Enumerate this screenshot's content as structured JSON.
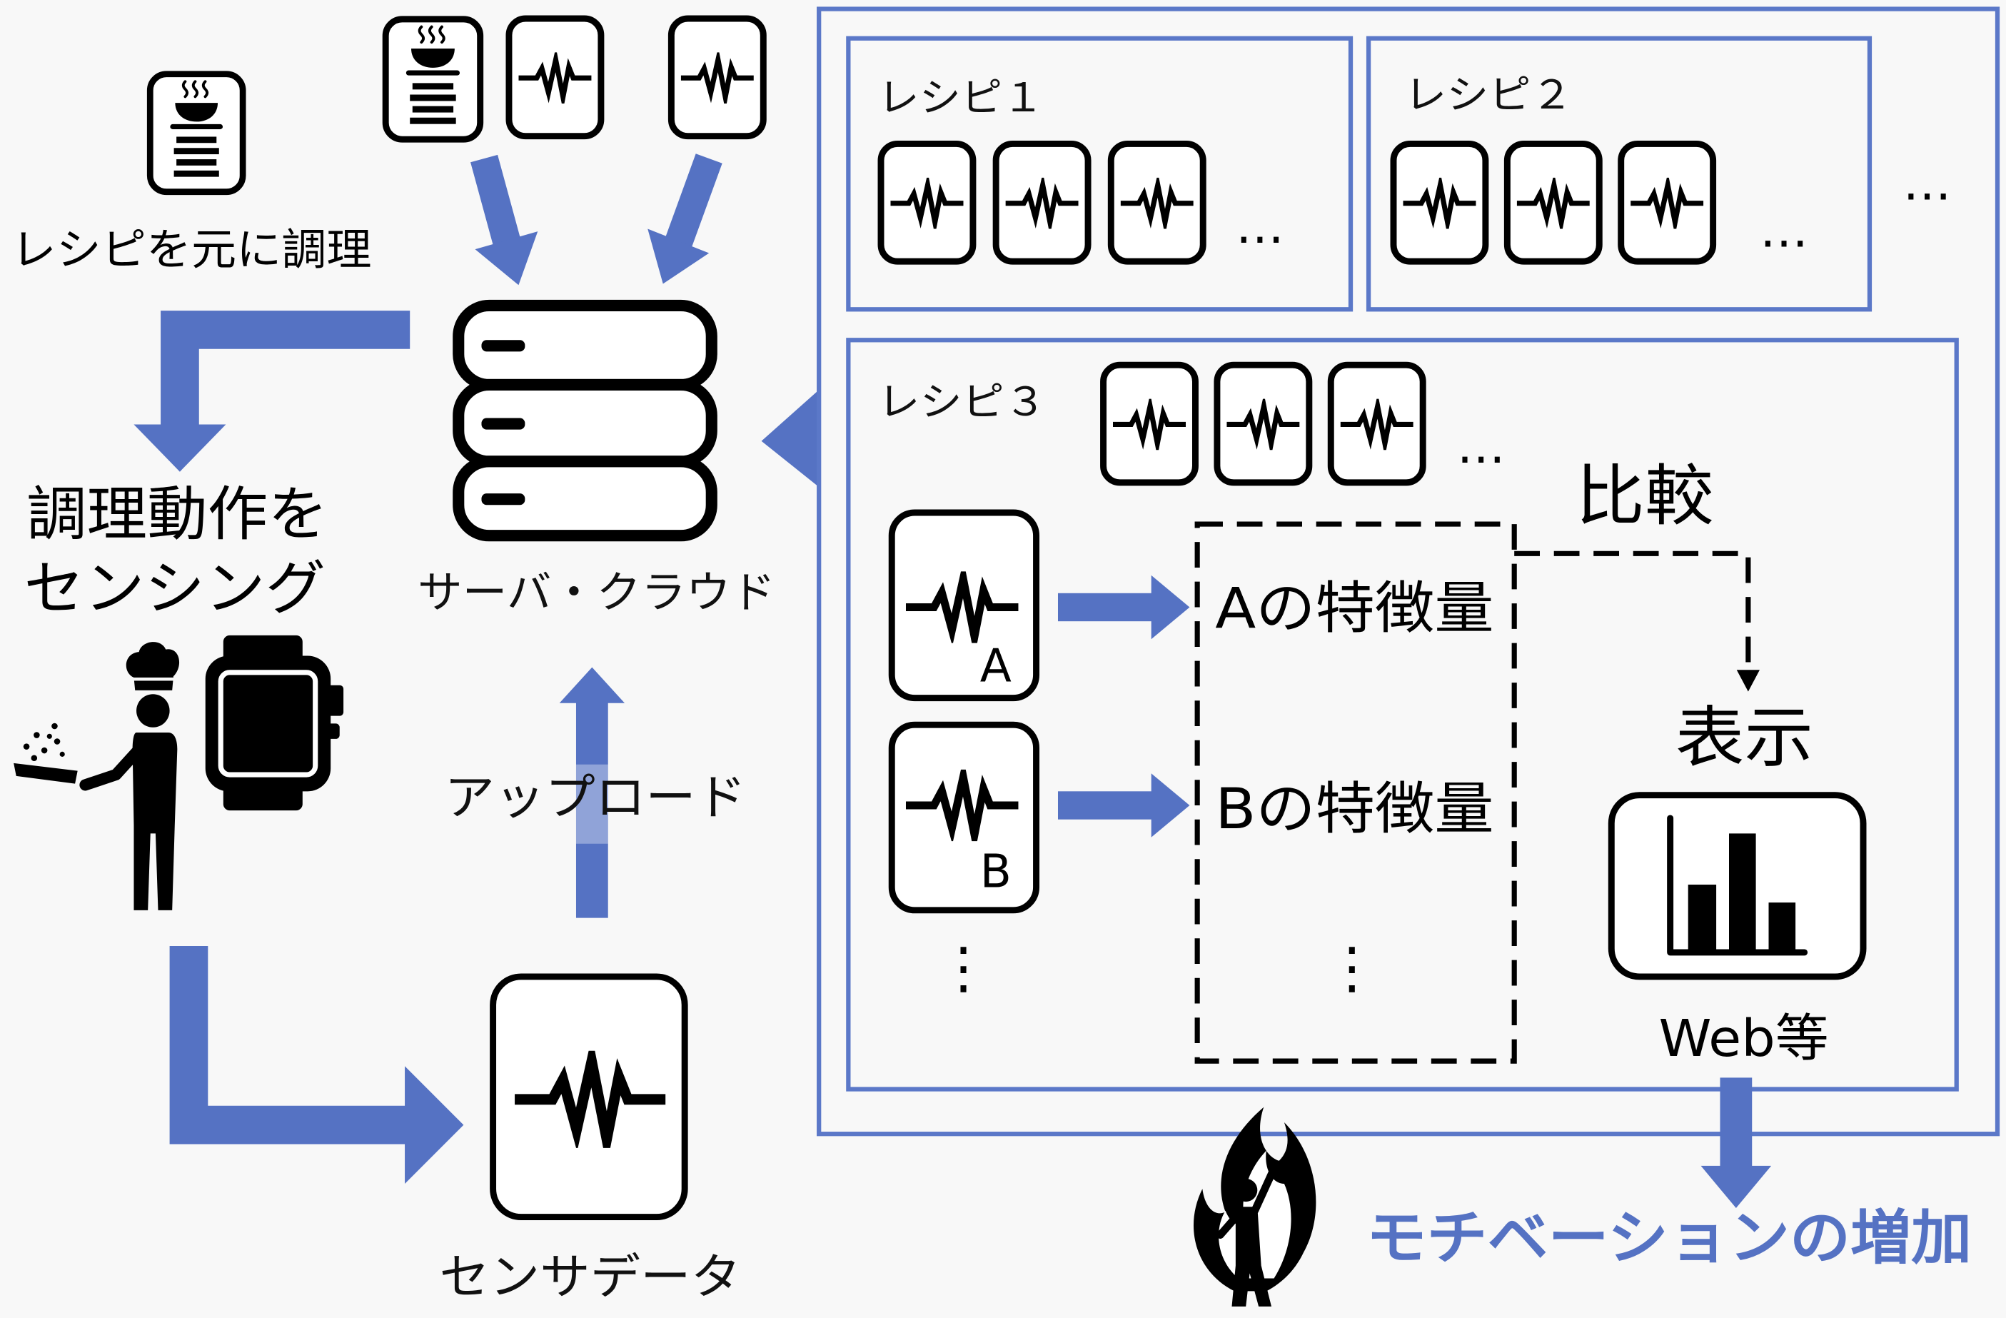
{
  "left": {
    "cook_caption": "レシピを元に調理",
    "sensing_line1": "調理動作を",
    "sensing_line2": "センシング",
    "server_label": "サーバ・クラウド",
    "upload_label": "アップロード",
    "sensor_data_label": "センサデータ"
  },
  "recipes": {
    "items": [
      {
        "label": "レシピ１",
        "more": "…"
      },
      {
        "label": "レシピ２",
        "more": "…"
      }
    ],
    "more": "…",
    "recipe3": {
      "label": "レシピ３",
      "more": "…",
      "sample_a_label": "A",
      "sample_b_label": "B",
      "samples_more": "⋮",
      "features": [
        "Aの特徴量",
        "Bの特徴量"
      ],
      "features_more": "⋮",
      "compare_label": "比較",
      "display_label": "表示",
      "web_label": "Web等"
    }
  },
  "outcome_label": "モチベーションの増加",
  "icons": {
    "recipe": "recipe-document-icon",
    "sensor_sample": "waveform-card-icon",
    "server": "server-stack-icon",
    "cook": "chef-cooking-icon",
    "watch": "smartwatch-icon",
    "web_view": "bar-chart-icon",
    "motivation": "person-on-fire-icon"
  },
  "colors": {
    "accent": "#5572C3",
    "box": "#5B78C8",
    "background": "#F8F8F8",
    "ink": "#000000"
  }
}
